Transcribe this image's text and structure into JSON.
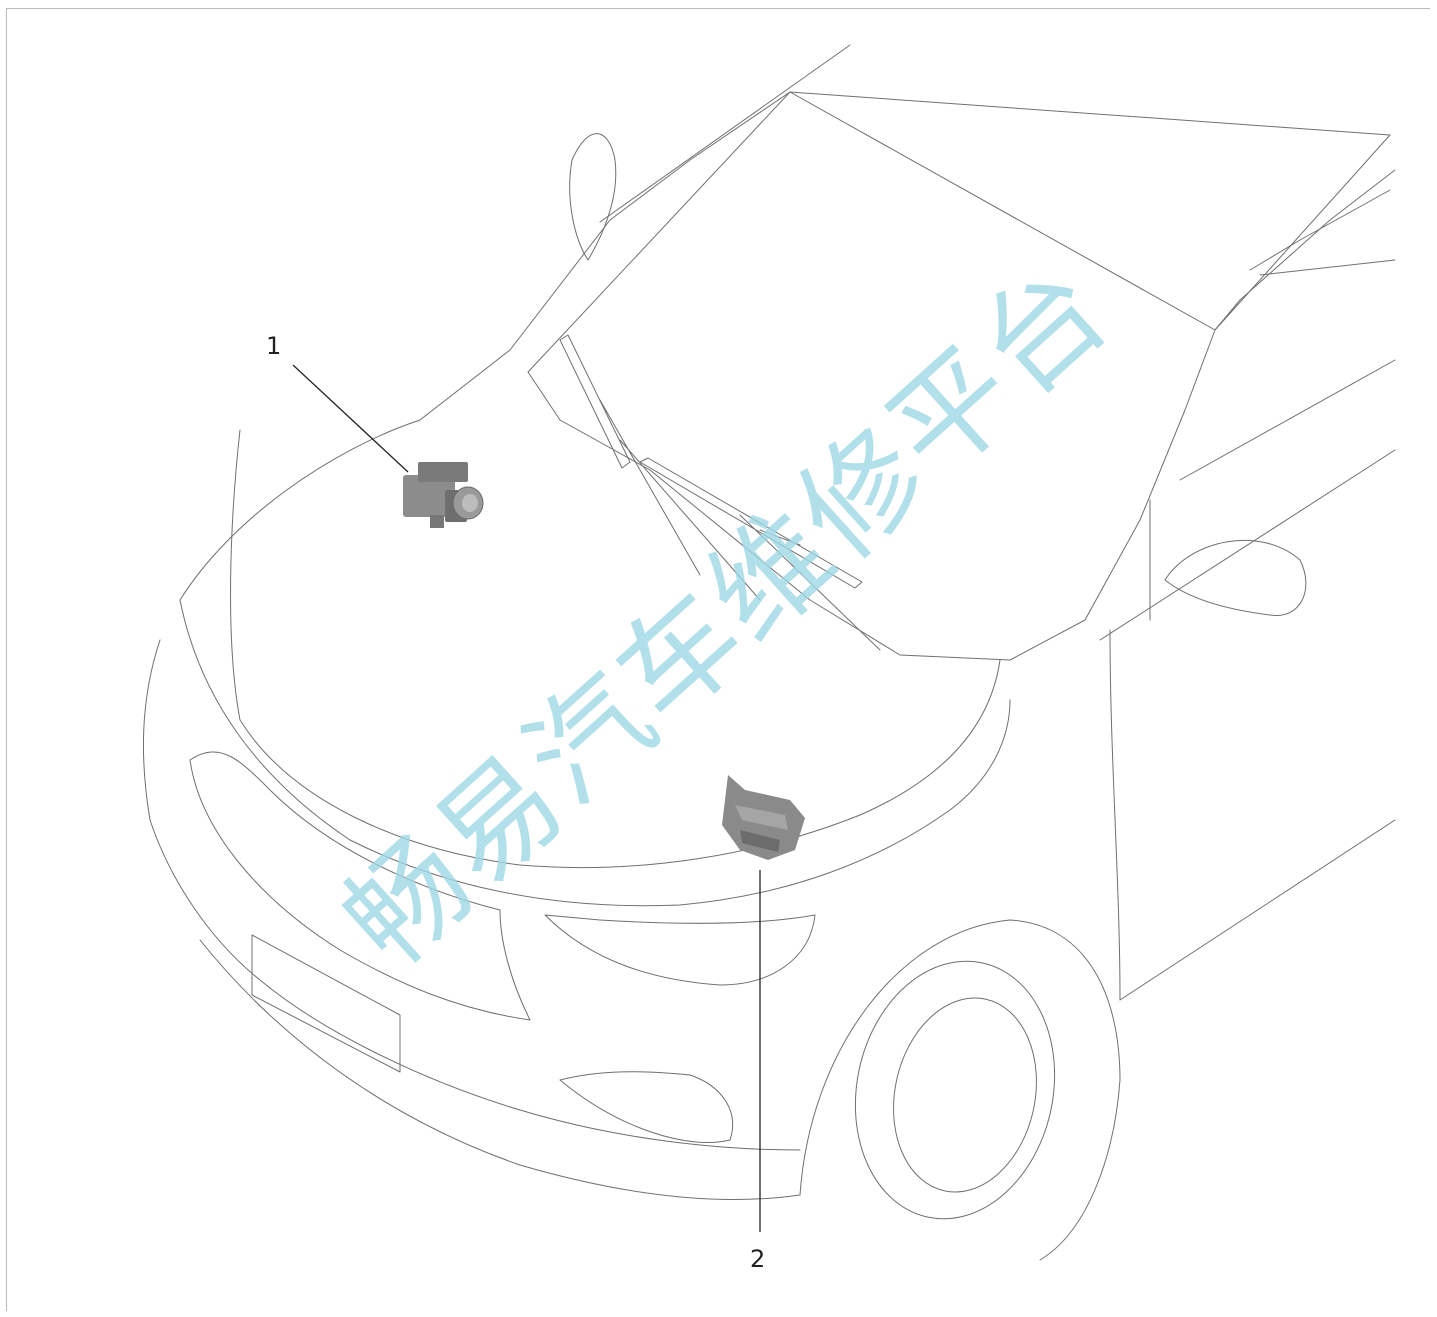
{
  "callouts": [
    {
      "number": "1"
    },
    {
      "number": "2"
    }
  ],
  "watermark": {
    "text": "畅易汽车维修平台",
    "color": "#9ed8e6"
  },
  "colors": {
    "line": "#6f6f6f",
    "component": "#8c8c8c",
    "background": "#ffffff"
  }
}
